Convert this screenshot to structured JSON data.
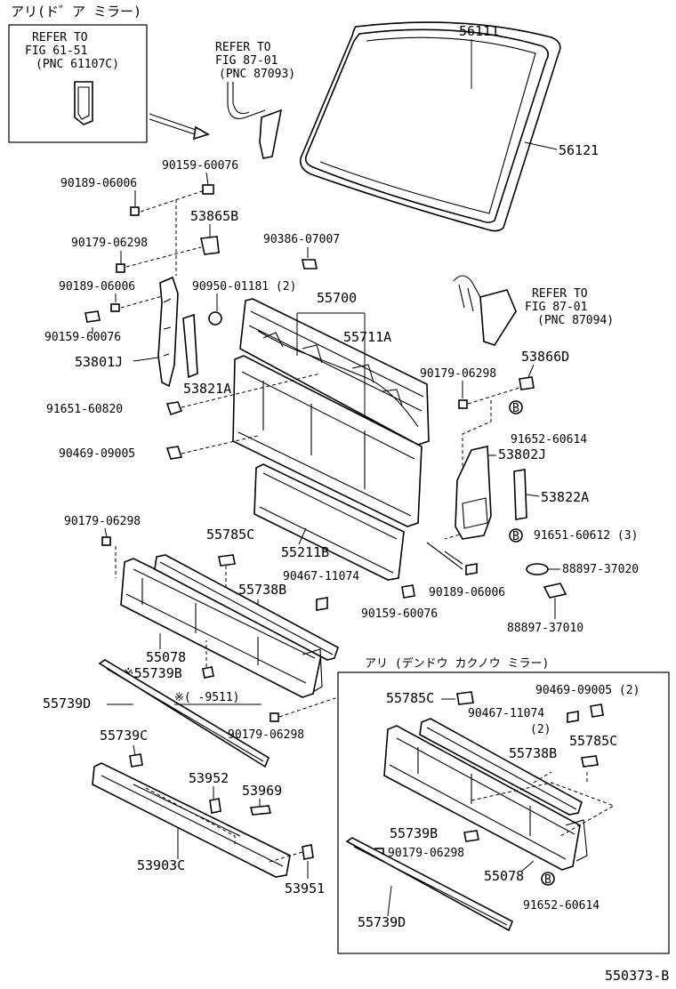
{
  "header": {
    "top_left_title": "アリ(ド゛ア ミラー)",
    "inset_title": "アリ (デンドウ カクノウ ミラー)",
    "figure_number": "550373-B"
  },
  "references": {
    "fig_61_51": {
      "line1": "REFER TO",
      "line2": "FIG 61-51",
      "line3": "(PNC 61107C)"
    },
    "fig_87_01_a": {
      "line1": "REFER TO",
      "line2": "FIG 87-01",
      "line3": "(PNC 87093)"
    },
    "fig_87_01_b": {
      "line1": "REFER TO",
      "line2": "FIG 87-01",
      "line3": "(PNC 87094)"
    }
  },
  "labels": {
    "p56111": "56111",
    "p56121": "56121",
    "p90159_60076_a": "90159-60076",
    "p90189_06006_a": "90189-06006",
    "p53865B": "53865B",
    "p90179_06298_a": "90179-06298",
    "p90386_07007": "90386-07007",
    "p90189_06006_b": "90189-06006",
    "p90950_01181": "90950-01181 (2)",
    "p55700": "55700",
    "p90159_60076_b": "90159-60076",
    "p55711A": "55711A",
    "p53801J": "53801J",
    "p53821A": "53821A",
    "p91651_60820": "91651-60820",
    "p53866D": "53866D",
    "p90179_06298_b": "90179-06298",
    "p91652_60614_a": "91652-60614",
    "p90469_09005_a": "90469-09005",
    "p53802J": "53802J",
    "p53822A": "53822A",
    "p90179_06298_c": "90179-06298",
    "p55785C_a": "55785C",
    "p55211B": "55211B",
    "p91651_60612": "91651-60612 (3)",
    "p90467_11074_a": "90467-11074",
    "p88897_37020": "88897-37020",
    "p55738B_a": "55738B",
    "p90189_06006_c": "90189-06006",
    "p90159_60076_c": "90159-60076",
    "p88897_37010": "88897-37010",
    "p55078_a": "55078",
    "p55739B_a": "※55739B",
    "p55739D_a": "55739D",
    "date_note": "※(    -9511)",
    "p90179_06298_d": "90179-06298",
    "p55739C": "55739C",
    "p53952": "53952",
    "p53969": "53969",
    "p53903C": "53903C",
    "p53951": "53951",
    "inset_55785C_a": "55785C",
    "inset_90469_09005": "90469-09005 (2)",
    "inset_90467_11074": "90467-11074",
    "inset_90467_qty": "(2)",
    "inset_55785C_b": "55785C",
    "inset_55738B": "55738B",
    "inset_55739B": "55739B",
    "inset_90179_06298": "90179-06298",
    "inset_55078": "55078",
    "inset_91652_60614": "91652-60614",
    "inset_55739D": "55739D",
    "circle_b": "B"
  }
}
